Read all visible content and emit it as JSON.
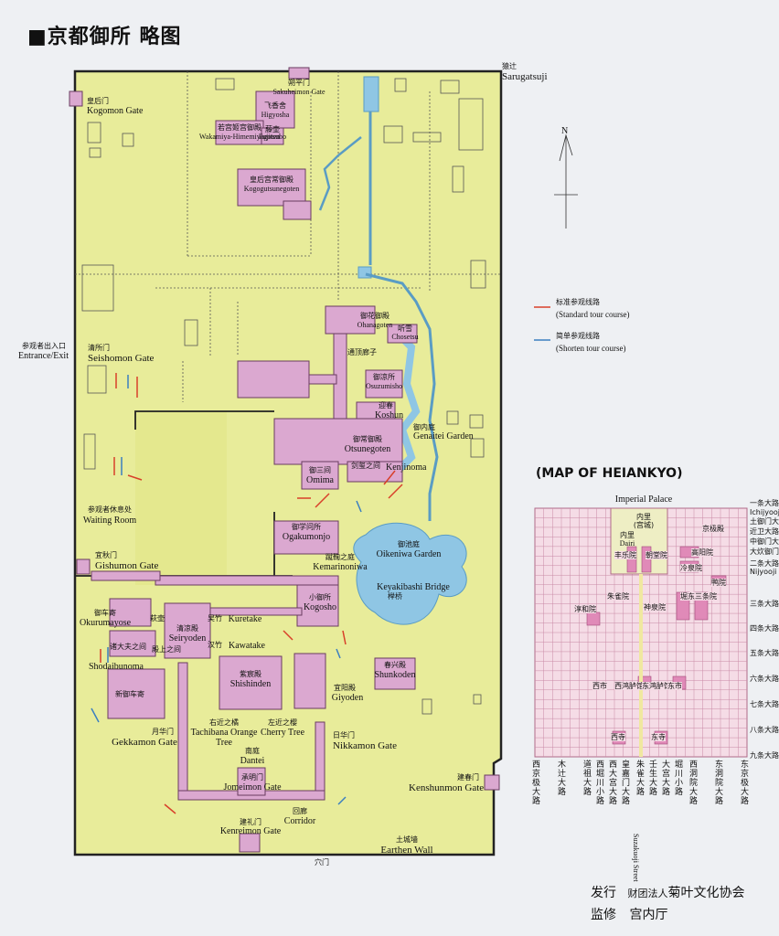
{
  "title": "■京都御所 略图",
  "colors": {
    "ground": "#e8ec9a",
    "building": "#dba8d0",
    "water": "#8fc6e4",
    "standard_route": "#d8402a",
    "shorten_route": "#3b7fc0",
    "wall": "#222222"
  },
  "labels": {
    "sarugatsuji": {
      "zh": "猿辻",
      "en": "Sarugatsuji"
    },
    "sakuheimon": {
      "zh": "朔平门",
      "en": "Sakuheimon Gate"
    },
    "kogomon": {
      "zh": "皇后门",
      "en": "Kogomon Gate"
    },
    "higyosha": {
      "zh": "飞香舍",
      "en": "Higyosha"
    },
    "wakamiya": {
      "zh": "若宫姬宫御殿",
      "en": "Wakamiya-Himemiyagoten"
    },
    "fujitsubo": {
      "zh": "藤壶",
      "en": "Fujitsubo"
    },
    "kogogu": {
      "zh": "皇后宫常御殿",
      "en": "Kogogutsunegoten"
    },
    "entrance": {
      "zh": "参观者出入口",
      "en": "Entrance/Exit"
    },
    "seishomon": {
      "zh": "清所门",
      "en": "Seishomon Gate"
    },
    "ohanagoten": {
      "zh": "御花御殿",
      "en": "Ohanagoten"
    },
    "chosetsu": {
      "zh": "听雪",
      "en": "Chosetsu"
    },
    "tsukiro": {
      "zh": "通顶廊子"
    },
    "osuzumisho": {
      "zh": "御凉所",
      "en": "Osuzumisho"
    },
    "koshun": {
      "zh": "迎春",
      "en": "Koshun"
    },
    "genaitei": {
      "zh": "御内庭",
      "en": "Genaitei Garden"
    },
    "otsunegoten": {
      "zh": "御常御殿",
      "en": "Otsunegoten"
    },
    "omima": {
      "zh": "御三间",
      "en": "Omima"
    },
    "kenjinoma": {
      "zh": "剑玺之间",
      "en": "Kenjinoma"
    },
    "waiting": {
      "zh": "参观者休息处",
      "en": "Waiting Room"
    },
    "ogakumonjo": {
      "zh": "御学问所",
      "en": "Ogakumonjo"
    },
    "kemari": {
      "zh": "蹴鞠之庭",
      "en": "Kemarinoniwa"
    },
    "oikeniwa": {
      "zh": "御池庭",
      "en": "Oikeniwa Garden"
    },
    "keyakibashi": {
      "en": "Keyakibashi Bridge",
      "zh": "榉桥"
    },
    "gishumon": {
      "zh": "宜秋门",
      "en": "Gishumon Gate"
    },
    "kogosho": {
      "zh": "小御所",
      "en": "Kogosho"
    },
    "okurumayose": {
      "zh": "御车寄",
      "en": "Okurumayose"
    },
    "hagitsubo": {
      "zh": "萩壶"
    },
    "seiryoden": {
      "zh": "清凉殿",
      "en": "Seiryoden"
    },
    "kuretake": {
      "zh": "吴竹",
      "en": "Kuretake"
    },
    "kawatake": {
      "zh": "汉竹",
      "en": "Kawatake"
    },
    "denjo": {
      "zh": "殿上之间"
    },
    "shodaibu": {
      "zh": "诸大夫之间",
      "en": "Shodaibunoma"
    },
    "shishinden": {
      "zh": "紫宸殿",
      "en": "Shishinden"
    },
    "shunkoden": {
      "zh": "春兴殿",
      "en": "Shunkoden"
    },
    "giyoden": {
      "zh": "宜阳殿",
      "en": "Giyoden"
    },
    "shinmikuruma": {
      "zh": "新御车寄"
    },
    "gekkamon": {
      "zh": "月华门",
      "en": "Gekkamon Gate"
    },
    "tachibana": {
      "zh": "右近之橘",
      "en": "Tachibana Orange Tree"
    },
    "cherry": {
      "zh": "左近之樱",
      "en": "Cherry Tree"
    },
    "nikkamon": {
      "zh": "日华门",
      "en": "Nikkamon Gate"
    },
    "dantei": {
      "zh": "南庭",
      "en": "Dantei"
    },
    "jomeimon": {
      "zh": "承明门",
      "en": "Jomeimon Gate"
    },
    "kenshunmon": {
      "zh": "建春门",
      "en": "Kenshunmon Gate"
    },
    "kenreimon": {
      "zh": "建礼门",
      "en": "Kenreimon Gate"
    },
    "corridor": {
      "zh": "回廊",
      "en": "Corridor"
    },
    "earthen": {
      "zh": "土城墙",
      "en": "Earthen Wall"
    },
    "anamon": {
      "zh": "穴门"
    }
  },
  "compass": "N",
  "legend": [
    {
      "zh": "标准参观线路",
      "en": "(Standard tour course)",
      "color": "#d8402a"
    },
    {
      "zh": "简单参观线路",
      "en": "(Shorten tour course)",
      "color": "#3b7fc0"
    }
  ],
  "heiankyo": {
    "title": "(MAP OF HEIANKYO)",
    "imperial_palace": "Imperial Palace",
    "inner": [
      "内里",
      "(宫城)",
      "内里",
      "Dairi"
    ],
    "places": [
      "京极殿",
      "高阳院",
      "冷泉院",
      "鸭院",
      "丰乐院",
      "朝堂院",
      "朱雀院",
      "神泉院",
      "堀河院",
      "东三条院",
      "淳和院",
      "西市",
      "西鸿胪馆",
      "东鸿胪馆",
      "东市",
      "西寺",
      "东寺"
    ],
    "right_streets": [
      "一条大路",
      "Ichijyooji",
      "土御门大路",
      "近卫大路",
      "中御门大路",
      "大炊御门大路",
      "二条大路",
      "Nijyooji",
      "三条大路",
      "四条大路",
      "五条大路",
      "六条大路",
      "七条大路",
      "八条大路",
      "九条大路"
    ],
    "bottom_streets": [
      "西京极大路",
      "木辻大路",
      "道祖大路",
      "西堀川小路",
      "西大宫大路",
      "皇嘉门大路",
      "朱雀大路",
      "壬生大路",
      "大宫大路",
      "堀川小路",
      "西洞院大路",
      "东洞院大路",
      "东京极大路"
    ],
    "suzaku_en": "Suzakuoji Street"
  },
  "publisher": {
    "label1": "发行",
    "org": "财团法人",
    "name": "菊叶文化协会",
    "label2": "监修",
    "supervisor": "宫内厅"
  }
}
